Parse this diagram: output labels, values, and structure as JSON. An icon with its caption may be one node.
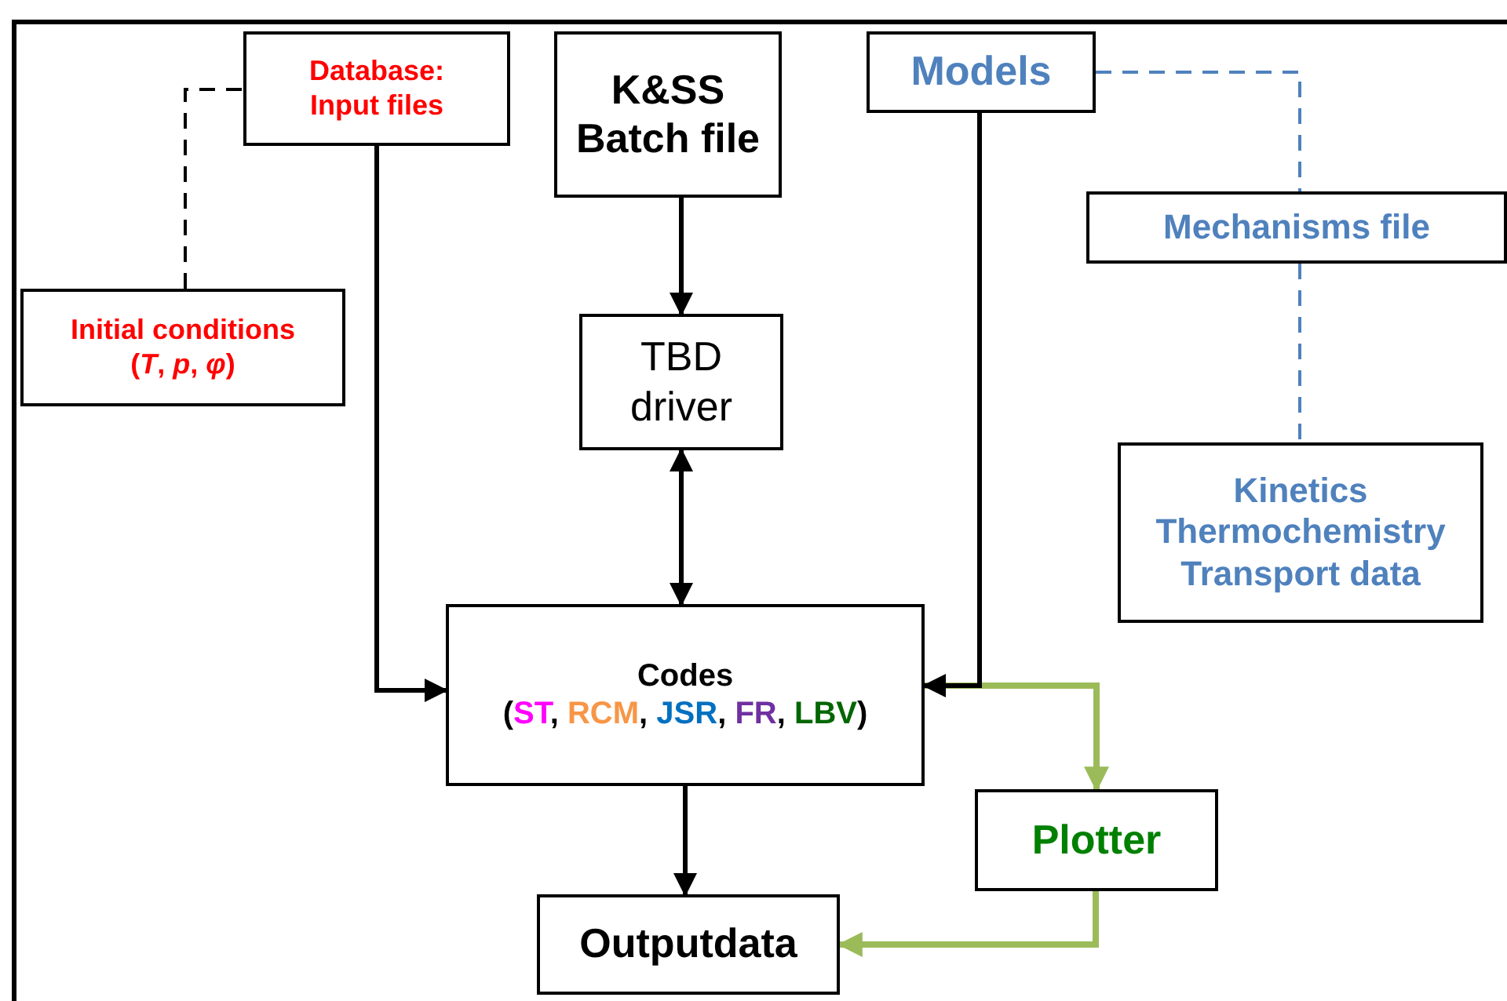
{
  "diagram": {
    "nodes": [
      {
        "text": [
          "Database: Input files"
        ]
      },
      {
        "text": [
          "K&SS Batch file"
        ]
      },
      {
        "text": [
          "Models"
        ]
      },
      {
        "text": [
          "Initial conditions (*T*, *p*, *φ*)"
        ]
      },
      {
        "text": [
          "TBD driver"
        ]
      },
      {
        "text": [
          "Mechanisms file"
        ]
      },
      {
        "text": [
          "Kinetics Thermochemistry Transport data"
        ]
      },
      {
        "text": [
          "Codes",
          "(ST, RCM, JSR, FR, LBV)"
        ]
      },
      {
        "text": [
          "Plotter"
        ]
      },
      {
        "text": [
          "Outputdata"
        ]
      }
    ],
    "edges": [
      {
        "from": 3,
        "to": 0,
        "arrow": "none",
        "style": "dashed"
      },
      {
        "from": 0,
        "to": 7,
        "arrow": "to"
      },
      {
        "from": 1,
        "to": 4,
        "arrow": "to"
      },
      {
        "from": 4,
        "to": 7,
        "arrow": "both"
      },
      {
        "from": 7,
        "to": 8,
        "arrow": "to",
        "color": "#9bbb59"
      },
      {
        "from": 2,
        "to": 7,
        "arrow": "to"
      },
      {
        "from": 8,
        "to": 9,
        "arrow": "to",
        "color": "#9bbb59"
      },
      {
        "from": 7,
        "to": 9,
        "arrow": "to"
      },
      {
        "from": 2,
        "to": 5,
        "arrow": "none",
        "style": "dashed",
        "color": "#4f81bd"
      },
      {
        "from": 5,
        "to": 6,
        "arrow": "none",
        "style": "dashed",
        "color": "#4f81bd"
      }
    ]
  }
}
